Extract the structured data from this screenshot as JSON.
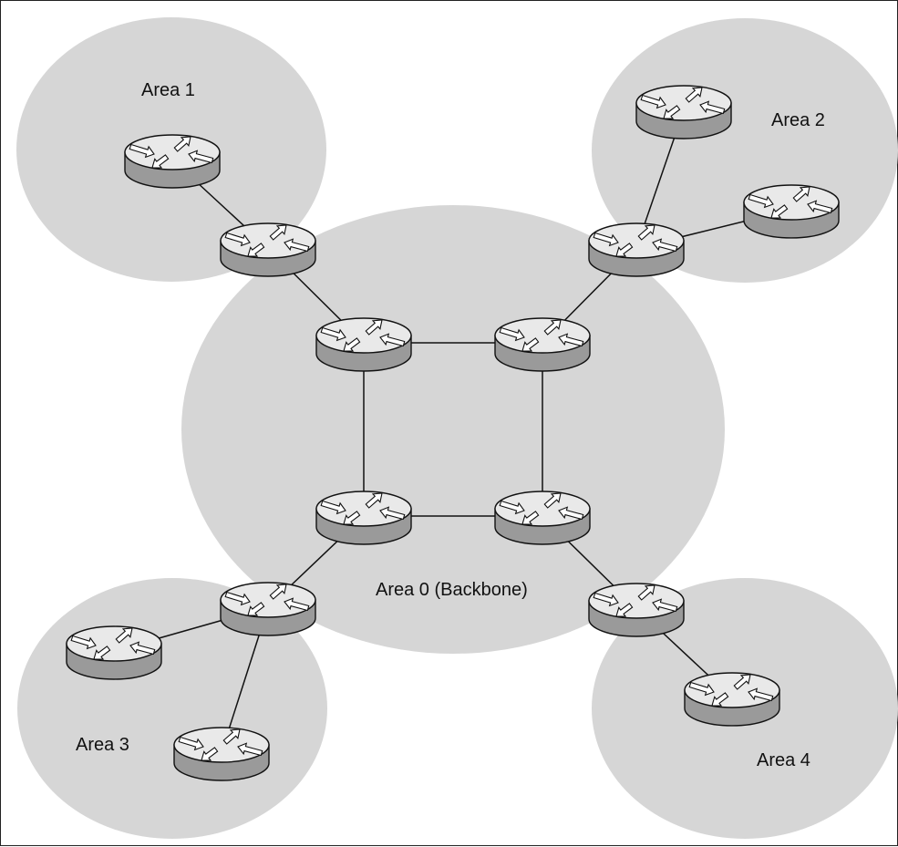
{
  "diagram": {
    "areas": [
      {
        "id": "area-0",
        "label": "Area 0 (Backbone)"
      },
      {
        "id": "area-1",
        "label": "Area 1"
      },
      {
        "id": "area-2",
        "label": "Area 2"
      },
      {
        "id": "area-3",
        "label": "Area 3"
      },
      {
        "id": "area-4",
        "label": "Area 4"
      }
    ],
    "router_icon": "router-icon",
    "colors": {
      "area_fill": "#d6d6d6",
      "router_top": "#e9e9e9",
      "router_side": "#9a9a9a",
      "outline": "#111111"
    },
    "routers": [
      {
        "id": "r-area1-internal",
        "area": "Area 1"
      },
      {
        "id": "r-abr-area1",
        "area": "Area 1 / Area 0"
      },
      {
        "id": "r-area2-top",
        "area": "Area 2"
      },
      {
        "id": "r-area2-right",
        "area": "Area 2"
      },
      {
        "id": "r-abr-area2",
        "area": "Area 2 / Area 0"
      },
      {
        "id": "r-backbone-tl",
        "area": "Area 0"
      },
      {
        "id": "r-backbone-tr",
        "area": "Area 0"
      },
      {
        "id": "r-backbone-bl",
        "area": "Area 0"
      },
      {
        "id": "r-backbone-br",
        "area": "Area 0"
      },
      {
        "id": "r-abr-area3",
        "area": "Area 3 / Area 0"
      },
      {
        "id": "r-area3-left",
        "area": "Area 3"
      },
      {
        "id": "r-area3-bottom",
        "area": "Area 3"
      },
      {
        "id": "r-abr-area4",
        "area": "Area 4 / Area 0"
      },
      {
        "id": "r-area4-internal",
        "area": "Area 4"
      }
    ],
    "links": [
      [
        "r-area1-internal",
        "r-abr-area1"
      ],
      [
        "r-abr-area1",
        "r-backbone-tl"
      ],
      [
        "r-area2-top",
        "r-abr-area2"
      ],
      [
        "r-area2-right",
        "r-abr-area2"
      ],
      [
        "r-abr-area2",
        "r-backbone-tr"
      ],
      [
        "r-backbone-tl",
        "r-backbone-tr"
      ],
      [
        "r-backbone-tl",
        "r-backbone-bl"
      ],
      [
        "r-backbone-tr",
        "r-backbone-br"
      ],
      [
        "r-backbone-bl",
        "r-backbone-br"
      ],
      [
        "r-backbone-bl",
        "r-abr-area3"
      ],
      [
        "r-abr-area3",
        "r-area3-left"
      ],
      [
        "r-abr-area3",
        "r-area3-bottom"
      ],
      [
        "r-backbone-br",
        "r-abr-area4"
      ],
      [
        "r-abr-area4",
        "r-area4-internal"
      ]
    ]
  }
}
